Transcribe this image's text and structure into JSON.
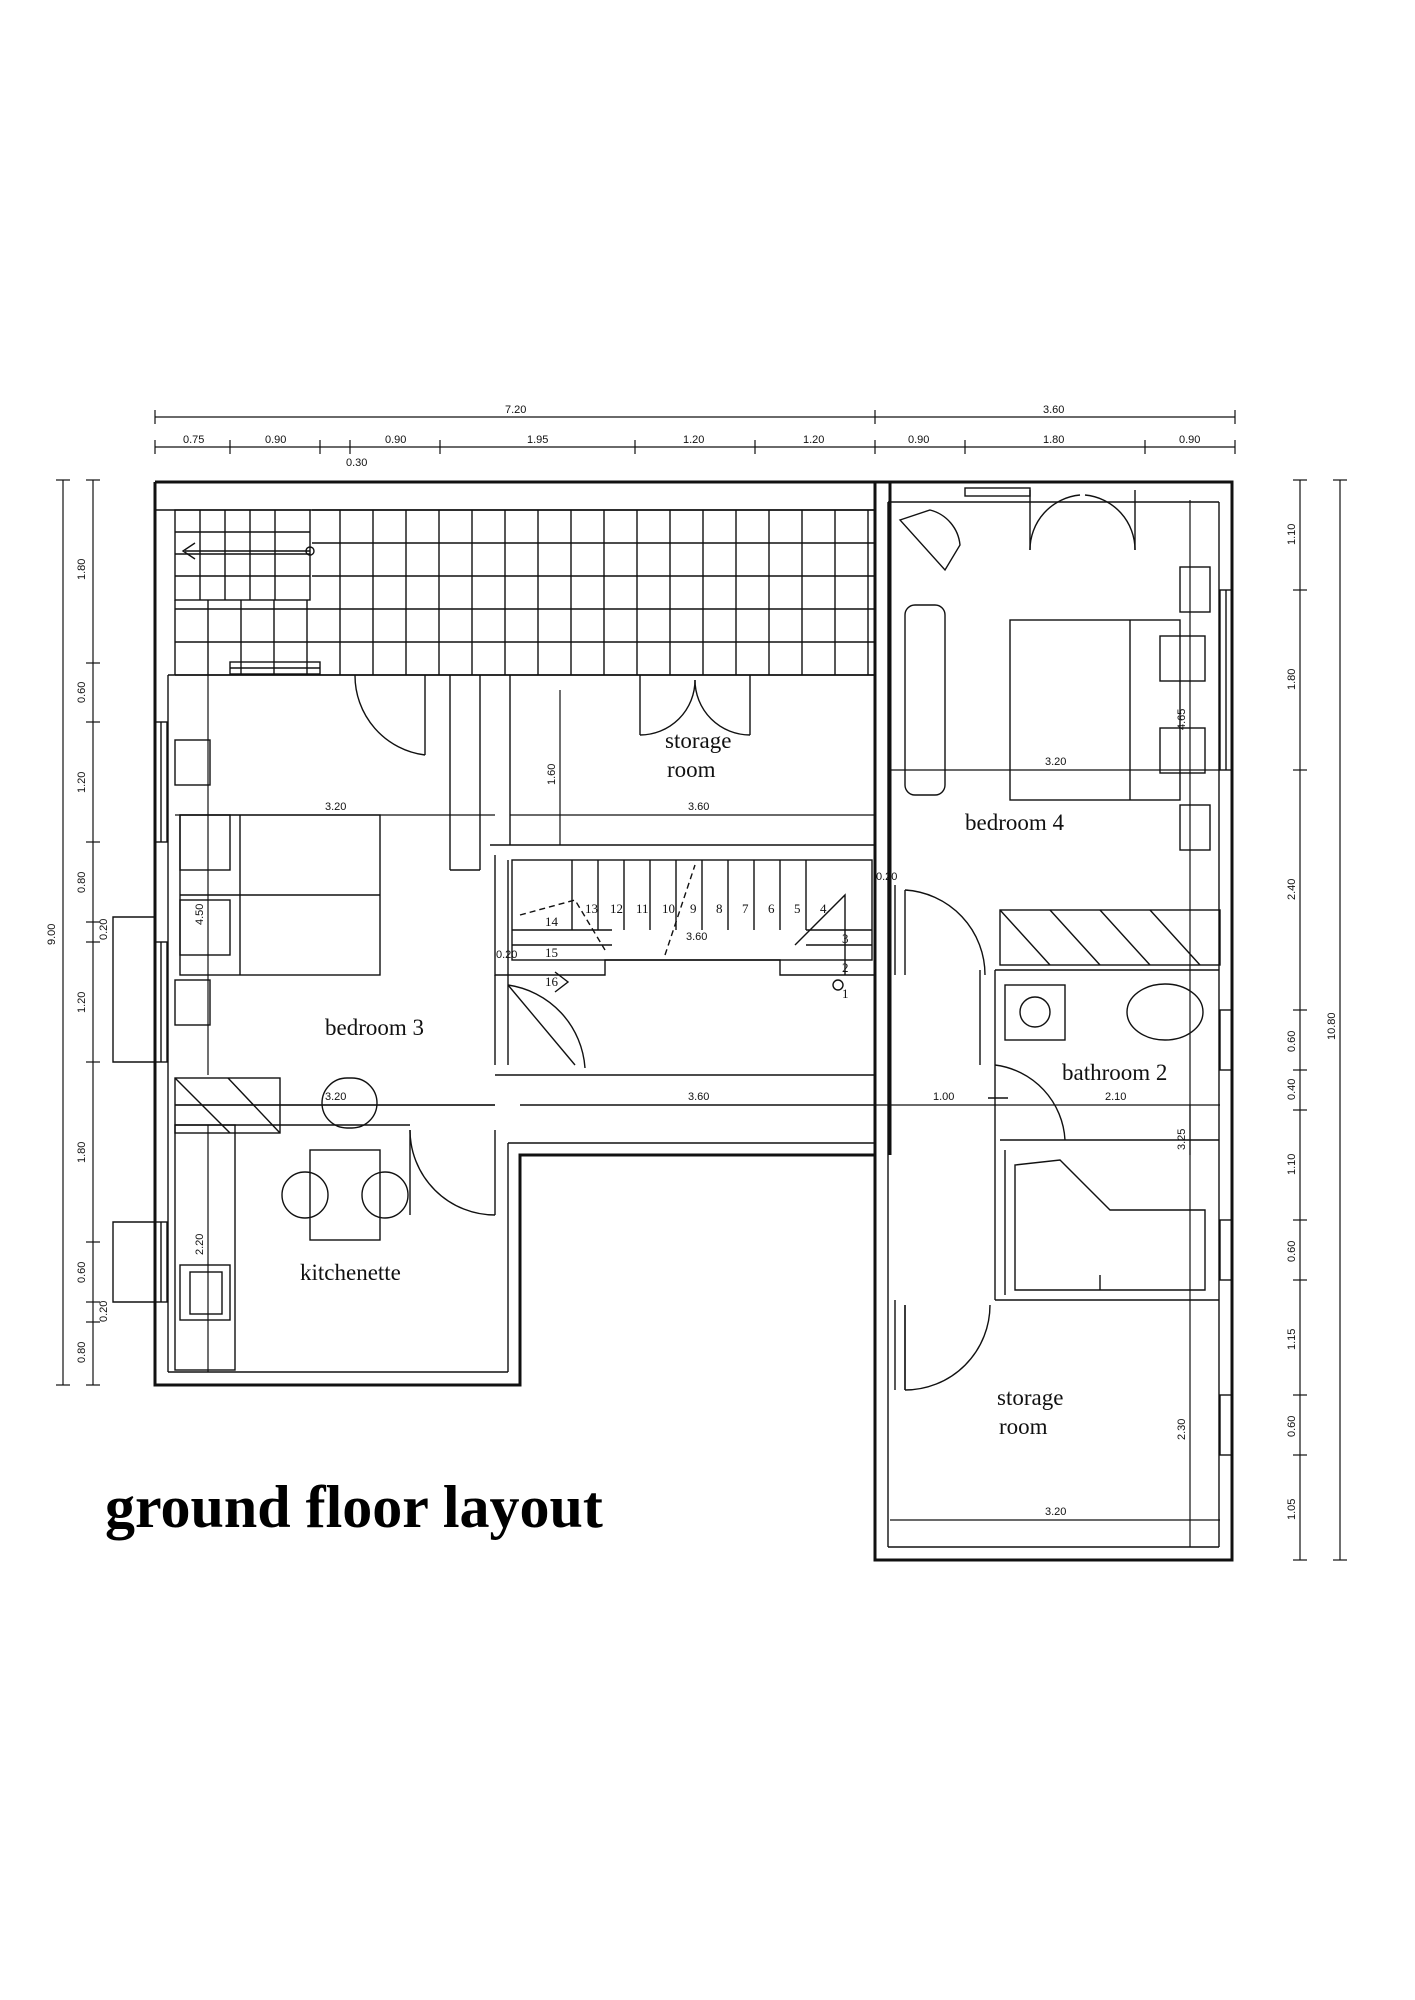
{
  "title": "ground floor layout",
  "rooms": {
    "storage_room_top_line1": "storage",
    "storage_room_top_line2": "room",
    "bedroom_4": "bedroom 4",
    "bedroom_3": "bedroom 3",
    "bathroom_2": "bathroom 2",
    "kitchenette": "kitchenette",
    "storage_room_bottom_line1": "storage",
    "storage_room_bottom_line2": "room"
  },
  "dimensions": {
    "top_overall": [
      "7.20",
      "3.60"
    ],
    "top_segments": [
      "0.75",
      "0.90",
      "0.90",
      "1.95",
      "1.20",
      "1.20",
      "0.90",
      "1.80",
      "0.90"
    ],
    "top_small": "0.30",
    "left_overall": "9.00",
    "left_segments": [
      "1.80",
      "0.60",
      "1.20",
      "0.80",
      "0.20",
      "1.20",
      "1.80",
      "0.60",
      "0.20",
      "0.80"
    ],
    "right_overall": "10.80",
    "right_segments": [
      "1.10",
      "1.80",
      "2.40",
      "0.60",
      "0.40",
      "1.10",
      "0.60",
      "1.15",
      "0.60",
      "1.05"
    ],
    "interior": {
      "bedroom3_width": "3.20",
      "bedroom3_height": "4.50",
      "storage_height": "1.60",
      "storage_width": "3.60",
      "bedroom4_width": "3.20",
      "bedroom4_height": "4.65",
      "stair_small_right": "0.20",
      "stair_small_left": "0.20",
      "stair_width": "3.60",
      "corridor_bedroom3": "3.20",
      "corridor_mid": "3.60",
      "corridor_door": "1.00",
      "bathroom_width": "2.10",
      "bathroom_height": "3.25",
      "kitchen_height": "2.20",
      "storage_bottom_height": "2.30",
      "storage_bottom_width": "3.20"
    }
  },
  "stairs": {
    "upper_steps": [
      "13",
      "12",
      "11",
      "10",
      "9",
      "8",
      "7",
      "6",
      "5",
      "4"
    ],
    "left_steps": [
      "14",
      "15",
      "16"
    ],
    "right_steps": [
      "3",
      "2",
      "1"
    ]
  }
}
